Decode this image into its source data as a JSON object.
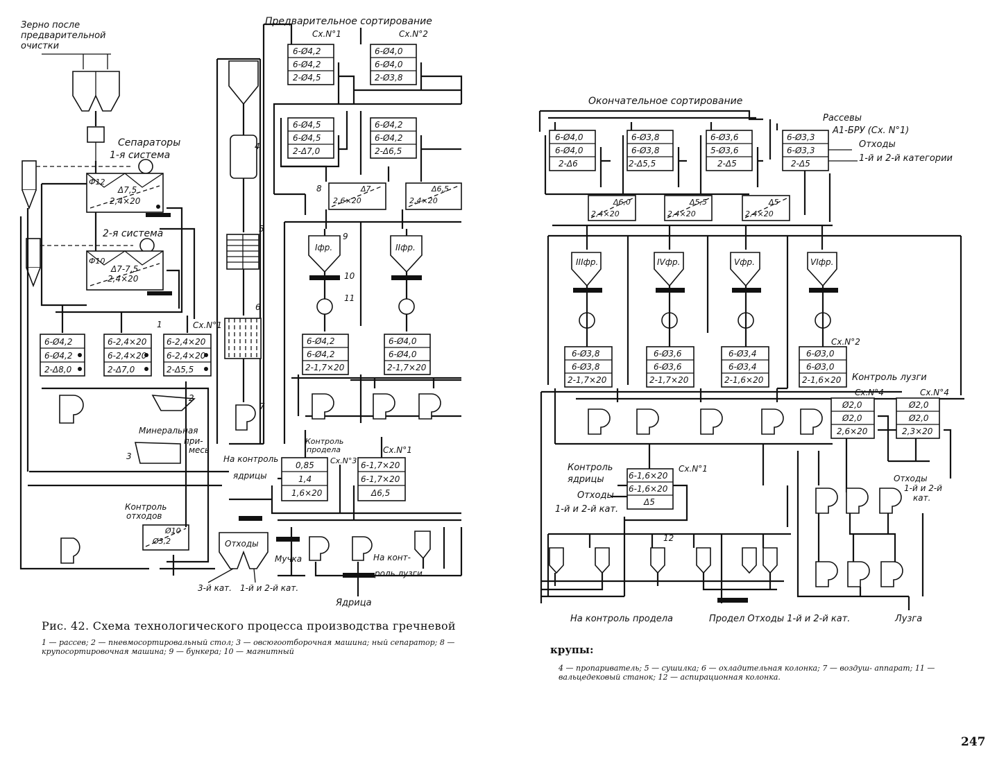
{
  "left": {
    "grain_input": [
      "Зерно после",
      "предварительной",
      "очистки"
    ],
    "separators_label": "Сепараторы",
    "system1_label": "1-я система",
    "system2_label": "2-я система",
    "sep1_box": {
      "phi": "Ф12",
      "delta": "Δ7,5",
      "size": "2,4×20"
    },
    "sep2_box": {
      "phi": "Ф10",
      "delta": "Δ7-7,5",
      "size": "2,4×20"
    },
    "presort_title": "Предварительное сортирование",
    "scheme1_label": "Сх.N°1",
    "scheme2_label": "Сх.N°2",
    "presort_a": [
      "6-Ø4,2",
      "6-Ø4,2",
      "2-Ø4,5"
    ],
    "presort_b": [
      "6-Ø4,0",
      "6-Ø4,0",
      "2-Ø3,8"
    ],
    "presort_c": [
      "6-Ø4,5",
      "6-Ø4,5",
      "2-Δ7,0"
    ],
    "presort_d": [
      "6-Ø4,2",
      "6-Ø4,2",
      "2-Δ6,5"
    ],
    "grader8_left": {
      "num": "8",
      "delta": "Δ7",
      "size": "2,6×20"
    },
    "grader8_right": {
      "delta": "Δ6,5",
      "size": "2,4×20"
    },
    "fr1": "Iфр.",
    "fr2": "IIфр.",
    "n4": "4",
    "n5": "5",
    "n6": "6",
    "n7": "7",
    "n9": "9",
    "n10": "10",
    "n11": "11",
    "n1": "1",
    "n2": "2",
    "n3": "3",
    "fr1_box": [
      "6-Ø4,2",
      "6-Ø4,2",
      "2-1,7×20"
    ],
    "fr2_box": [
      "6-Ø4,0",
      "6-Ø4,0",
      "2-1,7×20"
    ],
    "bottom_box1": [
      "6-Ø4,2",
      "6-Ø4,2",
      "2-Δ8,0"
    ],
    "bottom_box2": [
      "6-2,4×20",
      "6-2,4×20",
      "2-Δ7,0"
    ],
    "bottom_box3": [
      "6-2,4×20",
      "6-2,4×20",
      "2-Δ5,5"
    ],
    "bottom_scheme": "Сх.N°1",
    "mineral": [
      "Минеральная",
      "при-",
      "месь"
    ],
    "to_kernel_control": [
      "На контроль",
      "ядрицы"
    ],
    "kernel_control_label": [
      "Контроль",
      "продела"
    ],
    "kernel_box": [
      "0,85",
      "1,4",
      "1,6×20"
    ],
    "kernel_scheme": "Сх.N°3",
    "right_box": [
      "6-1,7×20",
      "6-1,7×20",
      "Δ6,5"
    ],
    "right_scheme": "Сх.N°1",
    "waste_control": [
      "Контроль",
      "отходов"
    ],
    "waste_box": {
      "phi": "Ø10",
      "phi2": "Ø3,2"
    },
    "waste_hopper": "Отходы",
    "waste_cat": [
      "3-й кат.",
      "1-й и 2-й кат."
    ],
    "flour": "Мучка",
    "husk_control": [
      "На конт-",
      "роль лузги"
    ],
    "kernel_out": "Ядрица"
  },
  "right": {
    "final_title": "Окончательное сортирование",
    "sifters": [
      "Рассевы",
      "А1-БРУ (Сх. N°1)"
    ],
    "waste_out": [
      "Отходы",
      "1-й и 2-й категории"
    ],
    "final_a": [
      "6-Ø4,0",
      "6-Ø4,0",
      "2-Δ6"
    ],
    "final_b": [
      "6-Ø3,8",
      "6-Ø3,8",
      "2-Δ5,5"
    ],
    "final_c": [
      "6-Ø3,6",
      "5-Ø3,6",
      "2-Δ5"
    ],
    "final_d": [
      "6-Ø3,3",
      "6-Ø3,3",
      "2-Δ5"
    ],
    "grader_row": [
      {
        "delta": "Δ6,0",
        "size": "2,4×20"
      },
      {
        "delta": "Δ5,5",
        "size": "2,4×20"
      },
      {
        "delta": "Δ5",
        "size": "2,4×20"
      }
    ],
    "fractions": [
      "IIIфр.",
      "IVфр.",
      "Vфр.",
      "VIфр."
    ],
    "frac_boxes": [
      [
        "6-Ø3,8",
        "6-Ø3,8",
        "2-1,7×20"
      ],
      [
        "6-Ø3,6",
        "6-Ø3,6",
        "2-1,7×20"
      ],
      [
        "6-Ø3,4",
        "6-Ø3,4",
        "2-1,6×20"
      ],
      [
        "6-Ø3,0",
        "6-Ø3,0",
        "2-1,6×20"
      ]
    ],
    "scheme2": "Сх.N°2",
    "husk_control": "Контроль лузги",
    "husk_box1": [
      "Ø2,0",
      "Ø2,0",
      "2,6×20"
    ],
    "husk_box2": [
      "Ø2,0",
      "Ø2,0",
      "2,3×20"
    ],
    "scheme4a": "Сх.N°4",
    "scheme4b": "Сх.N°4",
    "kernel_control": [
      "Контроль",
      "ядрицы"
    ],
    "kernel_box": [
      "6-1,6×20",
      "6-1,6×20",
      "Δ5"
    ],
    "kernel_scheme": "Сх.N°1",
    "waste_12": [
      "Отходы",
      "1-й и 2-й кат."
    ],
    "waste_right": [
      "Отходы",
      "1-й и 2-й",
      "кат."
    ],
    "n12": "12",
    "out_left": "На контроль продела",
    "out_mid": "Продел Отходы 1-й и 2-й кат.",
    "out_right": "Лузга"
  },
  "caption": {
    "title": "Рис. 42. Схема технологического процесса производства гречневой",
    "legend_left": "1 — рассев; 2 — пневмосортировальный стол; 3 — овсюгоотборочная машина; ный сепаратор; 8 — крупосортировочная машина; 9 — бункера; 10 — магнитный",
    "continued": "крупы:",
    "legend_right": "4 — пропариватель; 5 — сушилка; 6 — охладительная колонка; 7 — воздуш- аппарат; 11 — вальцедековый станок; 12 — аспирационная колонка.",
    "page_number": "247"
  }
}
